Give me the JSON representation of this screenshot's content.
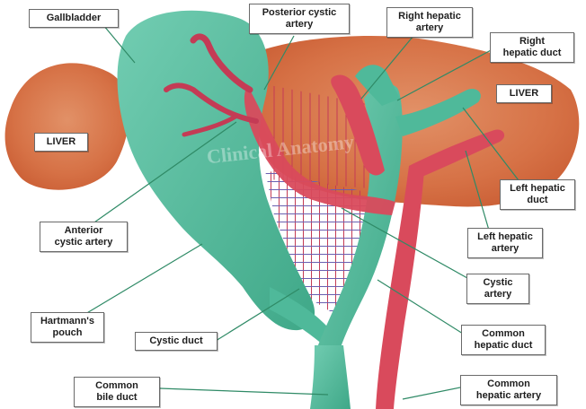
{
  "labels": {
    "gallbladder": "Gallbladder",
    "posterior_cystic_artery": [
      "Posterior cystic",
      "artery"
    ],
    "right_hepatic_artery": [
      "Right hepatic",
      "artery"
    ],
    "right_hepatic_duct": [
      "Right",
      "hepatic duct"
    ],
    "liver_left": "LIVER",
    "liver_right": "LIVER",
    "left_hepatic_duct": [
      "Left hepatic",
      "duct"
    ],
    "anterior_cystic_artery": [
      "Anterior",
      "cystic artery"
    ],
    "left_hepatic_artery": [
      "Left hepatic",
      "artery"
    ],
    "cystic_artery": [
      "Cystic",
      "artery"
    ],
    "hartmanns_pouch": [
      "Hartmann's",
      "pouch"
    ],
    "cystic_duct": "Cystic duct",
    "common_hepatic_duct": [
      "Common",
      "hepatic duct"
    ],
    "common_bile_duct": [
      "Common",
      "bile duct"
    ],
    "common_hepatic_artery": [
      "Common",
      "hepatic artery"
    ]
  },
  "colors": {
    "liver": "#d46a3c",
    "duct_green": "#4fb99a",
    "artery_red": "#d94a5c",
    "label_border": "#6a6a6a",
    "leader_line": "#2f8a66"
  }
}
